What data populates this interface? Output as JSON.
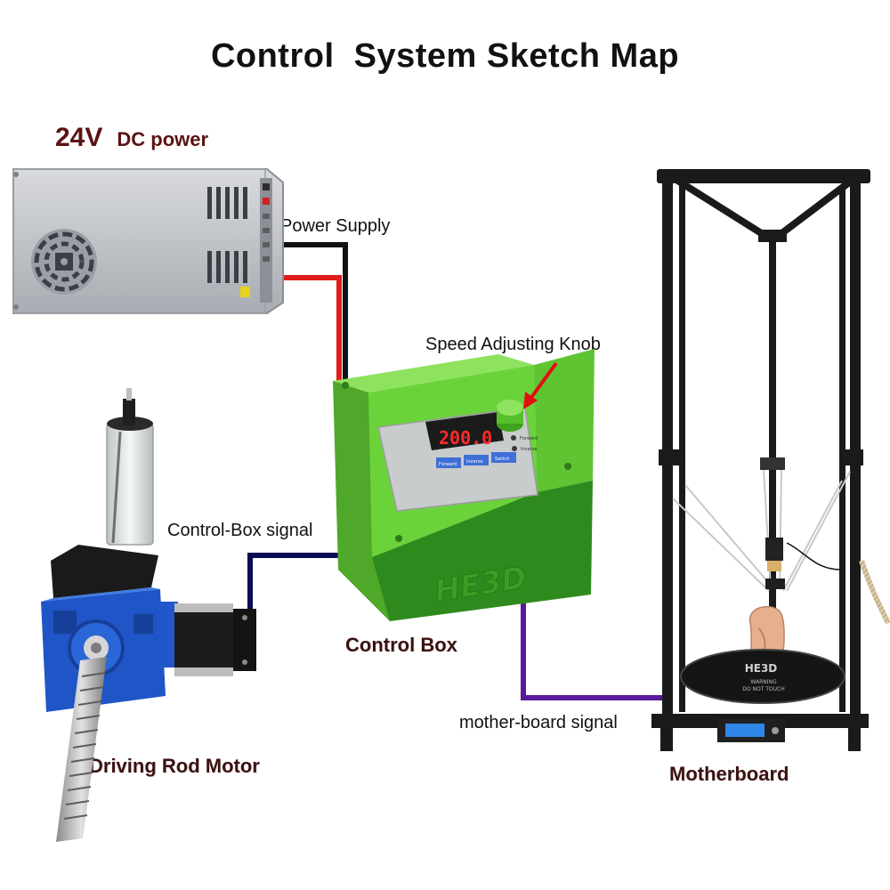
{
  "title": "Control  System Sketch Map",
  "power_supply": {
    "voltage": "24V",
    "label": "DC power"
  },
  "connections": {
    "power": "Power Supply",
    "knob": "Speed Adjusting Knob",
    "control_box_signal": "Control-Box signal",
    "motherboard_signal": "mother-board signal"
  },
  "control_box": {
    "caption": "Control Box",
    "display": "200.0",
    "buttons": [
      "Forward",
      "Inverse",
      "Switch"
    ],
    "indicators": [
      "Forward",
      "Inverse"
    ],
    "brand": "HE3D"
  },
  "motor": {
    "caption": "Driving Rod Motor"
  },
  "printer": {
    "caption": "Motherboard",
    "bed_text": [
      "HE3D",
      "WARNING",
      "DO NOT TOUCH"
    ]
  },
  "colors": {
    "power_black": "#111111",
    "power_red": "#e01b1b",
    "control_signal": "#0b0b52",
    "motherboard_signal": "#5a189a",
    "box_green": "#6bd33a",
    "motor_blue": "#1f55c7"
  }
}
